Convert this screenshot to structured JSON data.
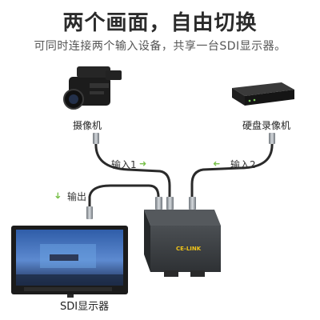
{
  "header": {
    "title": "两个画面，自由切换",
    "subtitle": "可同时连接两个输入设备，共享一台SDI显示器。"
  },
  "devices": {
    "camera": {
      "label": "摄像机",
      "icon": "camcorder-icon"
    },
    "dvr": {
      "label": "硬盘录像机",
      "icon": "dvr-recorder-icon"
    },
    "monitor": {
      "label": "SDI显示器",
      "icon": "sdi-monitor-icon"
    },
    "switch": {
      "brand": "CE-LINK",
      "icon": "sdi-switch-icon"
    }
  },
  "signals": {
    "input1": "输入1",
    "input2": "输入2",
    "output": "输出"
  },
  "colors": {
    "arrow": "#78c04a",
    "cable": "#2a2a2a",
    "connector": "#9aa0a6",
    "switch_body": "#3a3d40",
    "brand": "#f0c419"
  }
}
